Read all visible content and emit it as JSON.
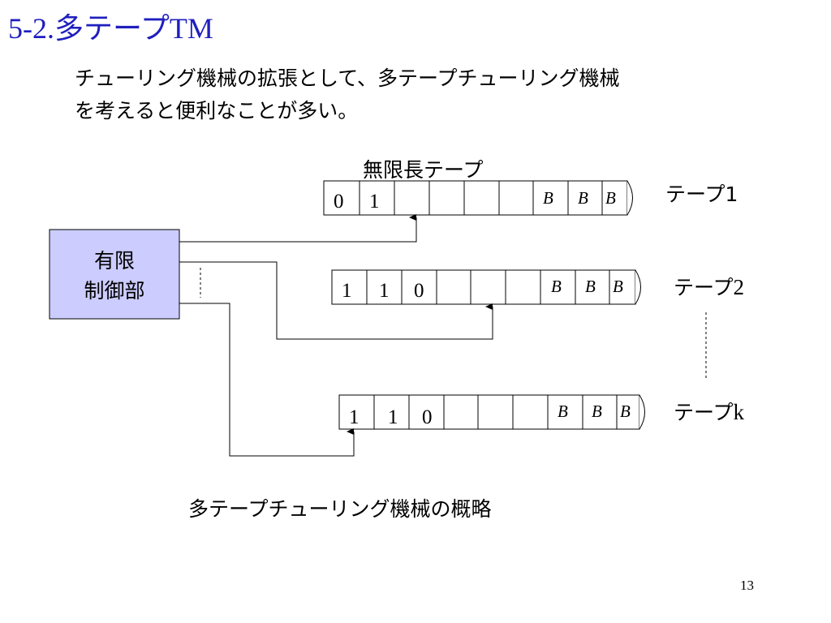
{
  "slide": {
    "title_number": "5-2.",
    "title_jp": "多テープ",
    "title_tm": "TM",
    "body_line1": "チューリング機械の拡張として、多テープチューリング機械",
    "body_line2": "を考えると便利なことが多い。",
    "caption": "多テープチューリング機械の概略",
    "page_number": "13"
  },
  "diagram": {
    "tape_header": "無限長テープ",
    "control_line1": "有限",
    "control_line2": "制御部",
    "tape1": {
      "label_prefix": "テープ",
      "label_suffix": "1",
      "symbols": [
        "0",
        "1"
      ],
      "blanks": [
        "B",
        "B",
        "B"
      ]
    },
    "tape2": {
      "label_prefix": "テープ",
      "label_suffix": "2",
      "symbols": [
        "1",
        "1",
        "0"
      ],
      "blanks": [
        "B",
        "B",
        "B"
      ]
    },
    "tapek": {
      "label_prefix": "テープ",
      "label_suffix": "k",
      "symbols": [
        "1",
        "1",
        "0"
      ],
      "blanks": [
        "B",
        "B",
        "B"
      ]
    }
  },
  "colors": {
    "title": "#1f1fbf",
    "control_box_fill": "#ccccff"
  }
}
